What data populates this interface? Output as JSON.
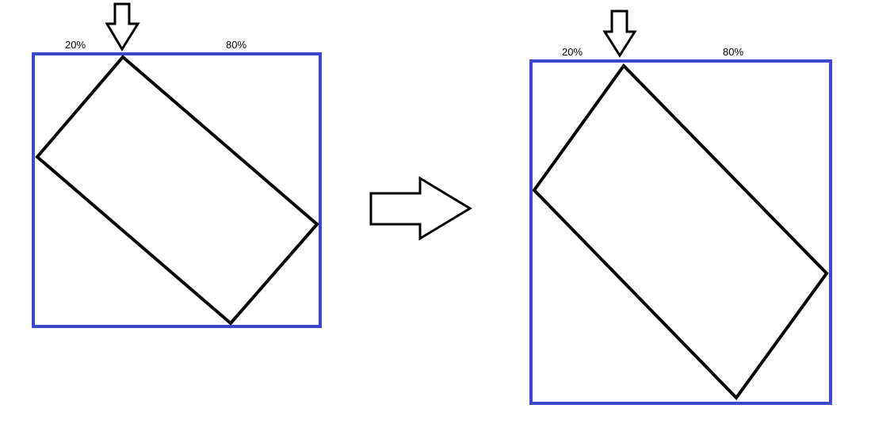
{
  "colors": {
    "frame": "#3f48cc",
    "stroke": "#000000",
    "background": "#ffffff"
  },
  "panels": {
    "before": {
      "left_label": "20%",
      "right_label": "80%"
    },
    "after": {
      "left_label": "20%",
      "right_label": "80%"
    }
  },
  "icons": {
    "pointer": "arrow-down-icon",
    "transition": "arrow-right-icon"
  }
}
